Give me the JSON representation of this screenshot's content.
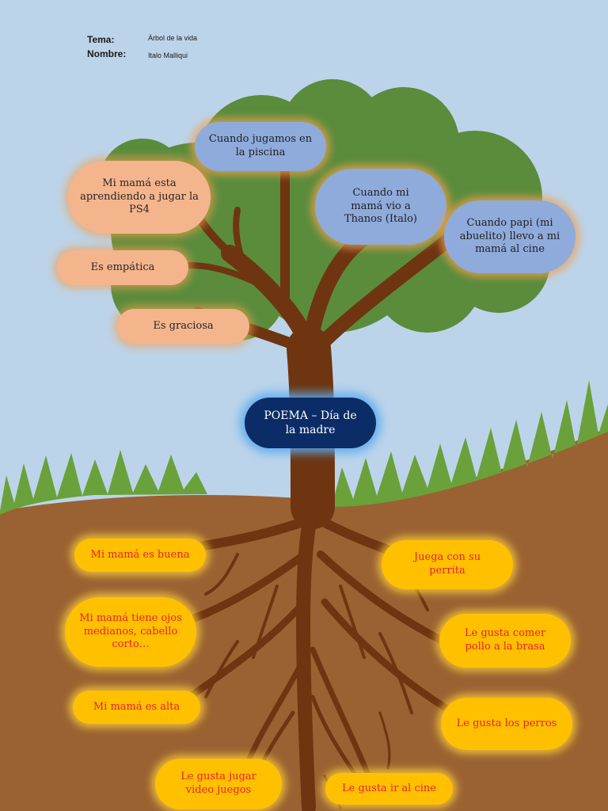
{
  "header": {
    "tema_label": "Tema:",
    "tema_value": "Árbol de la vida",
    "nombre_label": "Nombre:",
    "nombre_value": "Italo Malliqui"
  },
  "center": {
    "text": "POEMA – Día de la madre"
  },
  "branches": [
    {
      "id": "piscina",
      "text": "Cuando jugamos en la piscina",
      "style": "blue"
    },
    {
      "id": "ps4",
      "text": "Mi mamá esta aprendiendo a jugar la PS4",
      "style": "peach"
    },
    {
      "id": "thanos",
      "text": "Cuando mi mamá vio a Thanos (Italo)",
      "style": "blue"
    },
    {
      "id": "cine-abuelito",
      "text": "Cuando papi (mi abuelito) llevo a mi mamá al cine",
      "style": "blue"
    },
    {
      "id": "empatica",
      "text": "Es empática",
      "style": "peach"
    },
    {
      "id": "graciosa",
      "text": "Es graciosa",
      "style": "peach"
    }
  ],
  "roots": [
    {
      "id": "buena",
      "text": "Mi mamá es buena"
    },
    {
      "id": "perrita",
      "text": "Juega con su perrita"
    },
    {
      "id": "ojos",
      "text": "Mi mamá tiene ojos medianos, cabello corto…"
    },
    {
      "id": "pollo",
      "text": "Le gusta comer pollo a la brasa"
    },
    {
      "id": "alta",
      "text": "Mi mamá es alta"
    },
    {
      "id": "perros",
      "text": "Le gusta los perros"
    },
    {
      "id": "videojuegos",
      "text": "Le gusta jugar video juegos"
    },
    {
      "id": "ir-cine",
      "text": "Le gusta ir al cine"
    }
  ],
  "colors": {
    "sky": "#bcd4ea",
    "foliage": "#5a8c3c",
    "trunk": "#6e3510",
    "soil": "#9a6232",
    "grass": "#6aa13a",
    "blue_bubble": "#8fabdc",
    "peach_bubble": "#f5b58c",
    "root_bubble": "#ffc000",
    "root_text": "#e8222a",
    "center_bubble": "#0b2c66"
  }
}
